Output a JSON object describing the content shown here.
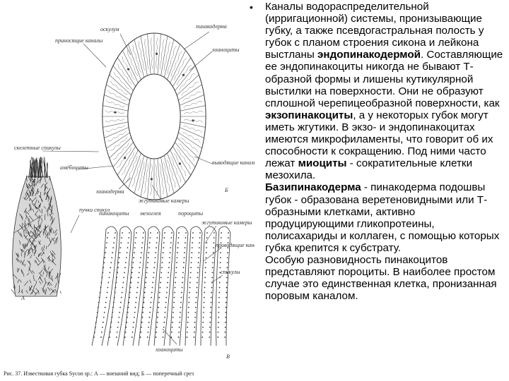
{
  "figure": {
    "labels": {
      "osculum": "оскулум",
      "pinacoderm_top": "пинакодерма",
      "prosopyle_canals": "приносящие каналы",
      "choanocyte_top": "хоаноциты",
      "skeletal_spicules": "скелетные спикулы",
      "amoebocytes": "амёбоциты",
      "leading_canals": "выводящие каналы",
      "choanoderm": "хоанодерма",
      "flagellated_chambers": "жгутиковые камеры",
      "letter_b_top": "Б",
      "pinacocytes": "пинакоциты",
      "mesoglea": "мезоглея",
      "porocytes": "пороциты",
      "flagellated_chambers_2": "жгутиковые камеры",
      "afferent_canals": "приводящие каналы",
      "spicules_side": "спикулы",
      "body_parts_a": "пучки спикул",
      "letter_a": "А",
      "letter_b_bottom": "В",
      "bottom_label": "хоаноциты"
    },
    "caption": "Рис. 37. Известковая губка Sycon sp.: А — внешний вид; Б — поперечный срез"
  },
  "text": {
    "bullet": "•",
    "p1_a": "Каналы водораспределительной (ирригационной) системы, пронизывающие губку, а также псевдогастральная полость у губок с планом строения сикона и лейкона выстланы ",
    "p1_b": "эндопинакодермой",
    "p1_c": ". Составляющие ее эндопинакоциты никогда не бывают Т-образной формы и лишены кутикулярной выстилки на поверхности. Они не образуют сплошной черепицеобразной поверхности, как ",
    "p1_d": "экзопинакоциты",
    "p1_e": ", а у некоторых губок могут иметь жгутики. В экзо- и эндопинакоцитах имеются микрофиламенты, что говорит об их способности к сокращению. Под ними часто лежат ",
    "p1_f": "миоциты",
    "p1_g": " - сократительные клетки мезохила.",
    "p2_a": "Базипинакодерма",
    "p2_b": " - пинакодерма подошвы губок - образована веретеновидными или Т-образными клетками, активно продуцирующими гликопротеины, полисахариды и коллаген, с помощью которых губка крепится к субстрату.",
    "p3_a": "Особую разновидность пинакоцитов представляют пороциты. ",
    "p3_b": "В наиболее простом случае это единственная клетка, пронизанная поровым каналом."
  }
}
